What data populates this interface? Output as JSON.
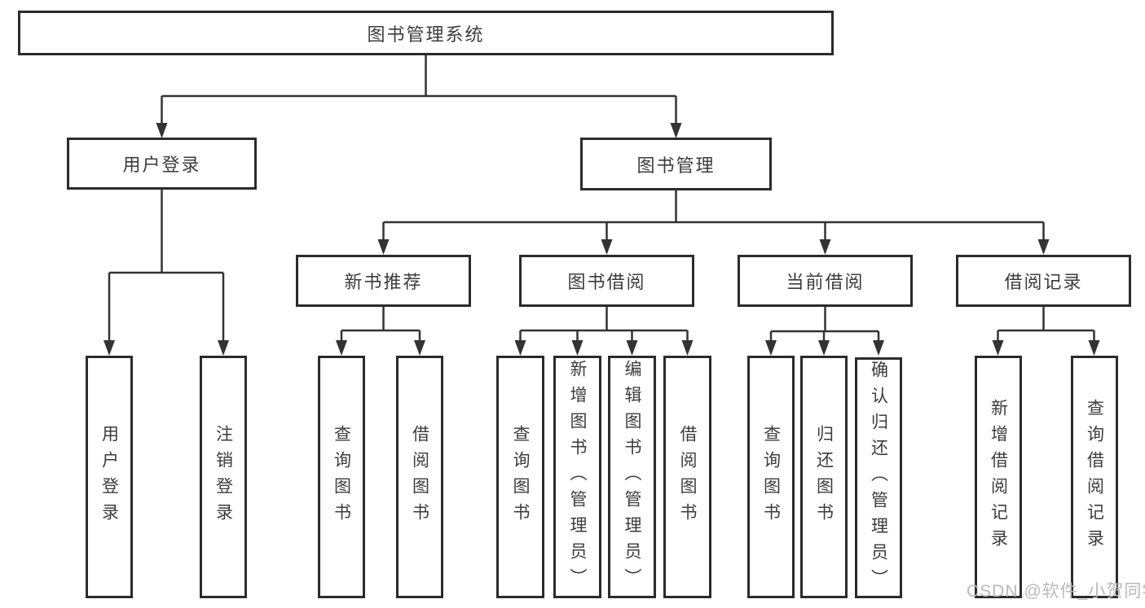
{
  "diagram": {
    "title_node": {
      "label": "图书管理系统"
    },
    "level2": [
      {
        "label": "用户登录"
      },
      {
        "label": "图书管理"
      }
    ],
    "level3": [
      {
        "label": "新书推荐"
      },
      {
        "label": "图书借阅"
      },
      {
        "label": "当前借阅"
      },
      {
        "label": "借阅记录"
      }
    ],
    "leaves": {
      "user_login": [
        "用户登录",
        "注销登录"
      ],
      "new_book": [
        "查询图书",
        "借阅图书"
      ],
      "book_borrow": [
        "查询图书",
        "新增图书（管理员）",
        "编辑图书（管理员）",
        "借阅图书"
      ],
      "current_borrow": [
        "查询图书",
        "归还图书",
        "确认归还（管理员）"
      ],
      "borrow_records": [
        "新增借阅记录",
        "查询借阅记录"
      ]
    },
    "colors": {
      "line": "#333333",
      "box_border": "#2b2b2b",
      "text": "#3c3c3c",
      "background": "#ffffff"
    }
  },
  "watermark": {
    "text": "CSDN @软件_小贺同学",
    "color": "#b9b9b9"
  }
}
